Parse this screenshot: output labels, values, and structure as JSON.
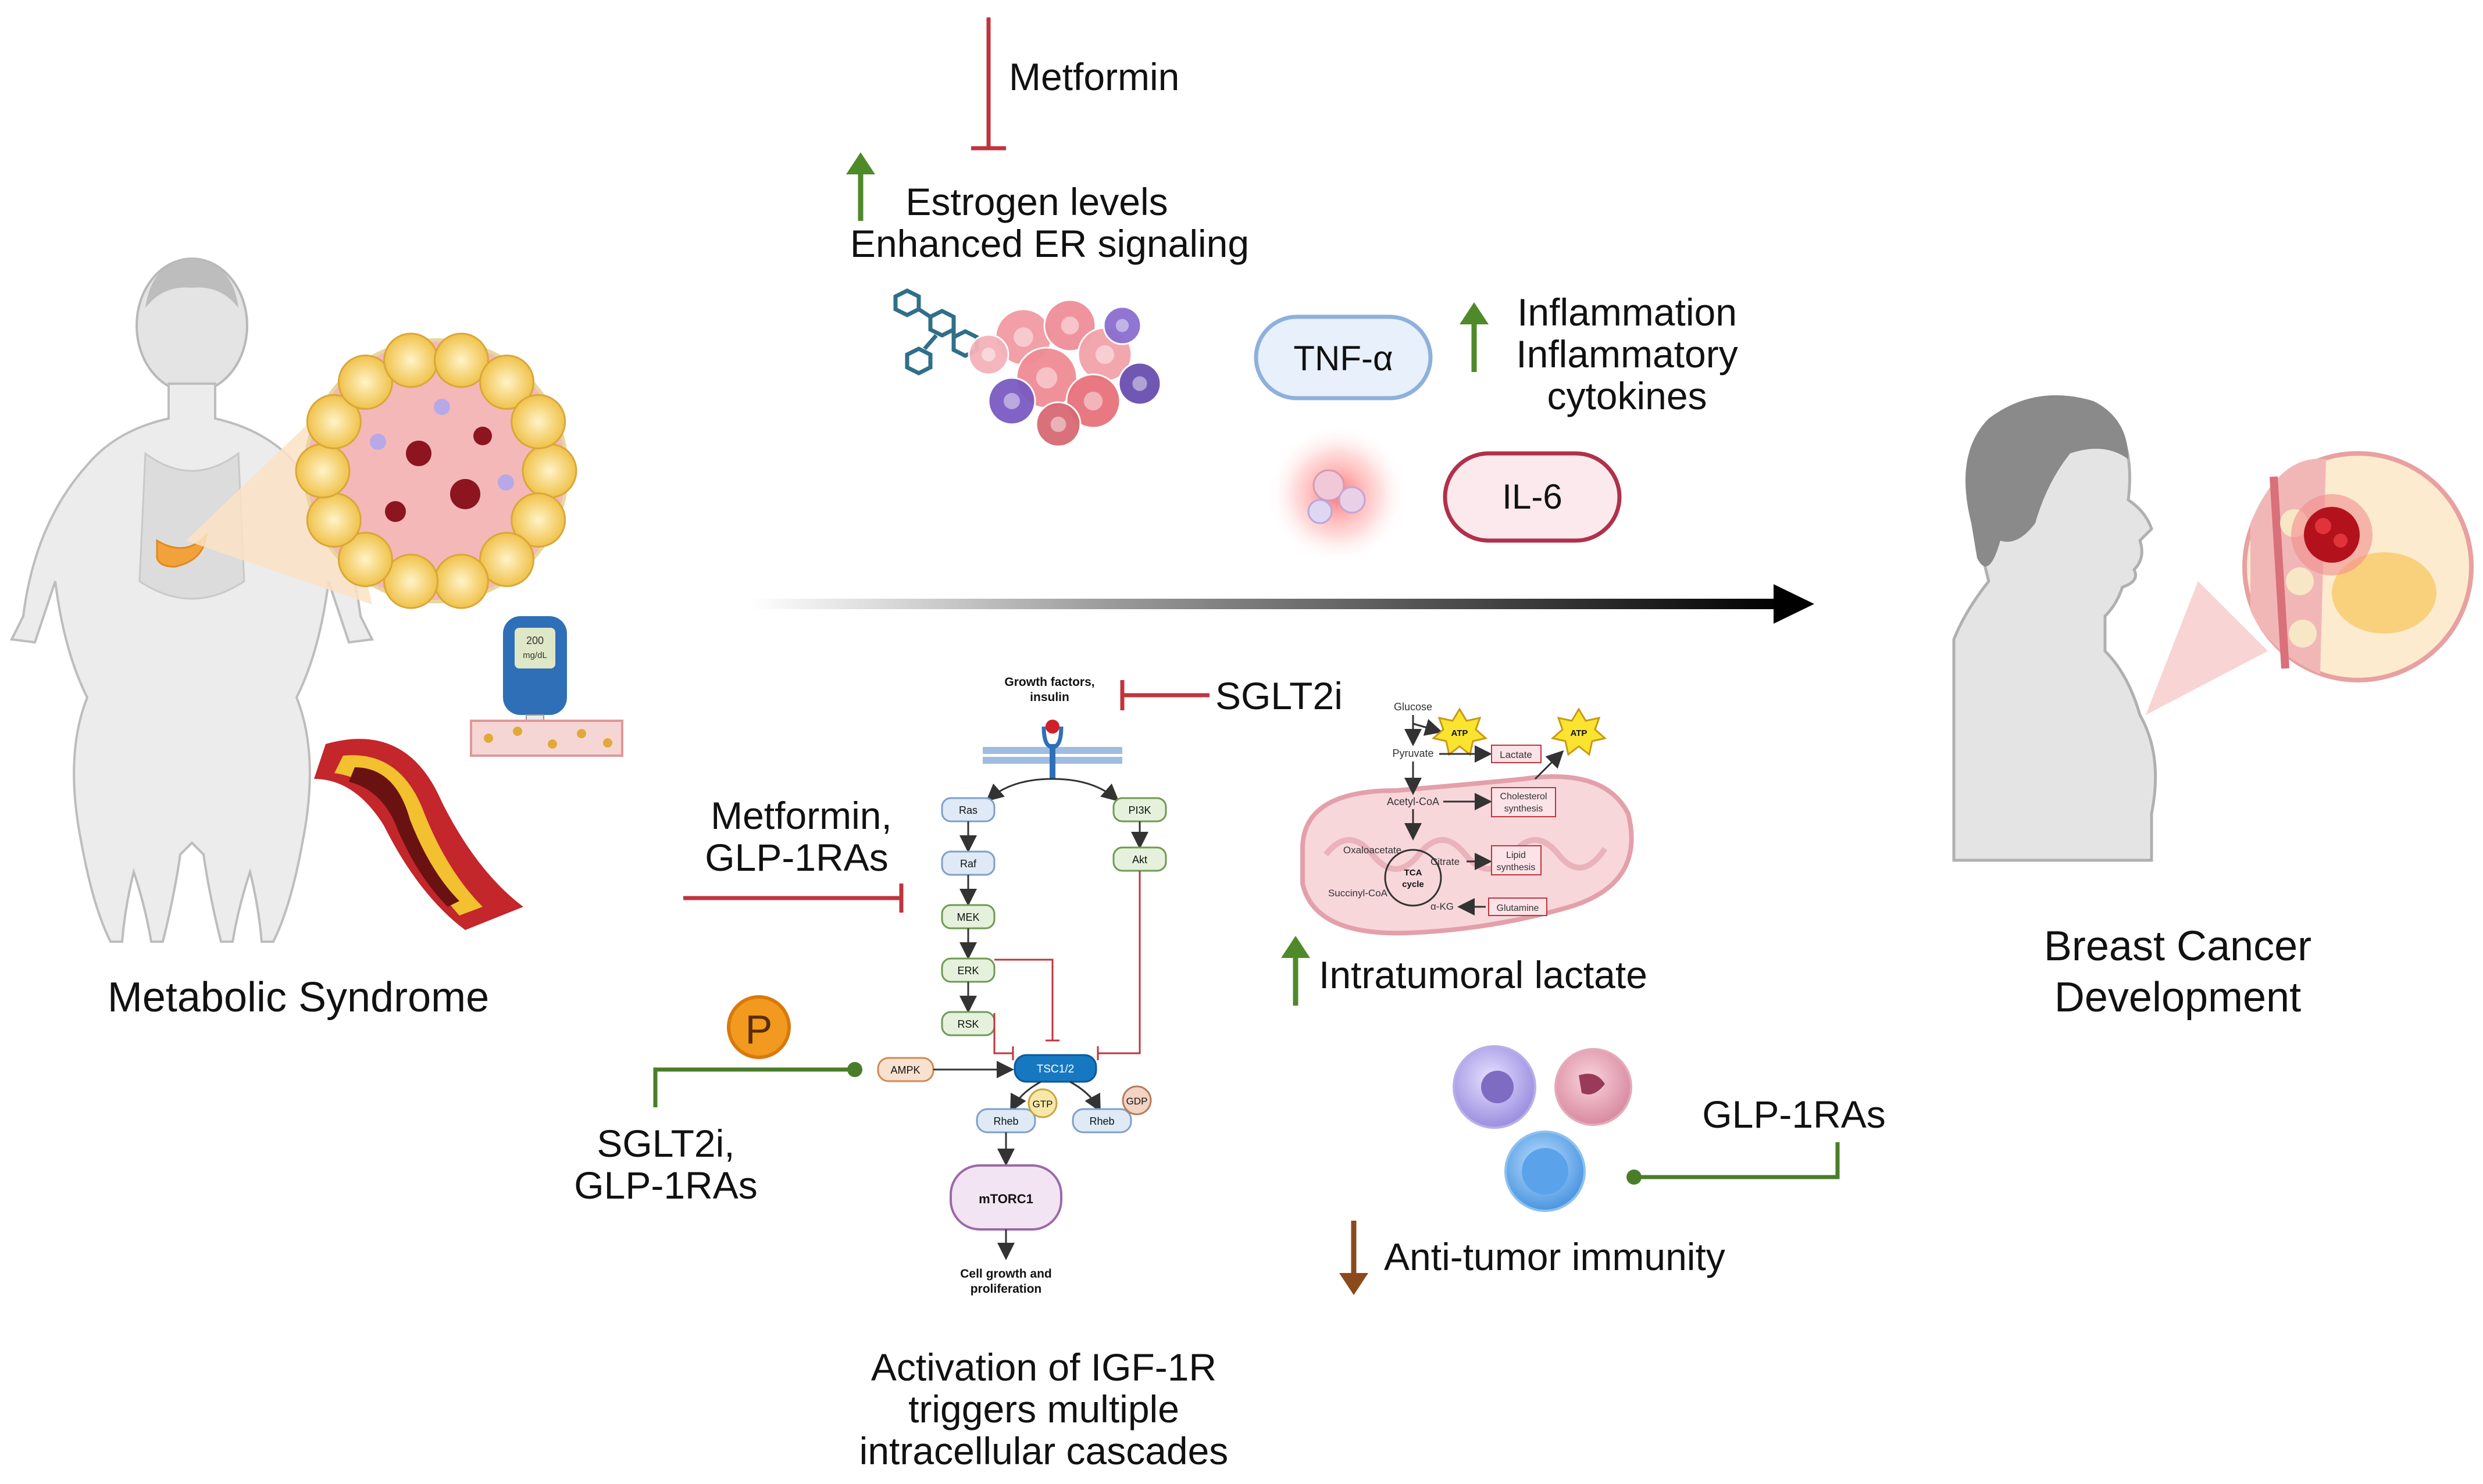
{
  "left": {
    "title": "Metabolic Syndrome",
    "glucometer_value": "200",
    "glucometer_unit": "mg/dL"
  },
  "right": {
    "title_line1": "Breast Cancer",
    "title_line2": "Development"
  },
  "estrogen": {
    "drug": "Metformin",
    "line1": "Estrogen levels",
    "line2": "Enhanced ER signaling"
  },
  "inflammation": {
    "line1": "Inflammation",
    "line2": "Inflammatory",
    "line3": "cytokines",
    "cytokine1": "TNF-α",
    "cytokine2": "IL-6"
  },
  "igf": {
    "inhibitor_top": "SGLT2i",
    "inhibitor_left_line1": "Metformin,",
    "inhibitor_left_line2": "GLP-1RAs",
    "activator_line1": "SGLT2i,",
    "activator_line2": "GLP-1RAs",
    "phospho": "P",
    "caption_line1": "Activation of IGF-1R",
    "caption_line2": "triggers multiple",
    "caption_line3": "intracellular cascades",
    "nodes": {
      "growth_line1": "Growth factors,",
      "growth_line2": "insulin",
      "ras": "Ras",
      "raf": "Raf",
      "mek": "MEK",
      "erk": "ERK",
      "rsk": "RSK",
      "pi3k": "PI3K",
      "akt": "Akt",
      "ampk": "AMPK",
      "tsc": "TSC1/2",
      "rheb1": "Rheb",
      "rheb2": "Rheb",
      "gtp": "GTP",
      "gdp": "GDP",
      "mtorc1": "mTORC1",
      "out_line1": "Cell growth and",
      "out_line2": "proliferation"
    }
  },
  "lactate": {
    "label": "Intratumoral lactate",
    "nodes": {
      "glucose": "Glucose",
      "atp1": "ATP",
      "atp2": "ATP",
      "pyruvate": "Pyruvate",
      "lactate": "Lactate",
      "acetylcoa": "Acetyl-CoA",
      "chol_line1": "Cholesterol",
      "chol_line2": "synthesis",
      "oxaloacetate": "Oxaloacetate",
      "citrate": "Citrate",
      "lipid_line1": "Lipid",
      "lipid_line2": "synthesis",
      "tca_line1": "TCA",
      "tca_line2": "cycle",
      "succinyl": "Succinyl-CoA",
      "akg": "α-KG",
      "glutamine": "Glutamine"
    }
  },
  "immunity": {
    "drug": "GLP-1RAs",
    "label": "Anti-tumor immunity"
  },
  "colors": {
    "inhibit": "#c0343c",
    "activate": "#4a7d2a",
    "up_arrow": "#4f8a2a",
    "down_arrow": "#8b4a1c",
    "tnf_fill": "#e7f0fb",
    "tnf_stroke": "#8fb0dc",
    "il6_fill": "#fbe9ee",
    "il6_stroke": "#b1304a",
    "node_blue": "#dfeaf6",
    "node_green": "#e5f1dc",
    "tsc": "#1778c2",
    "ampk": "#f8e1cf",
    "phospho": "#f19a1f"
  },
  "icons": [
    "body-silhouette-icon",
    "adipose-tissue-icon",
    "glucometer-icon",
    "blood-vessel-icon",
    "artery-plaque-icon",
    "estrogen-molecule-icon",
    "tumor-cells-icon",
    "inflammatory-cells-icon",
    "receptor-icon",
    "mitochondrion-icon",
    "immune-cell-icon",
    "woman-profile-icon",
    "breast-tumor-icon"
  ]
}
